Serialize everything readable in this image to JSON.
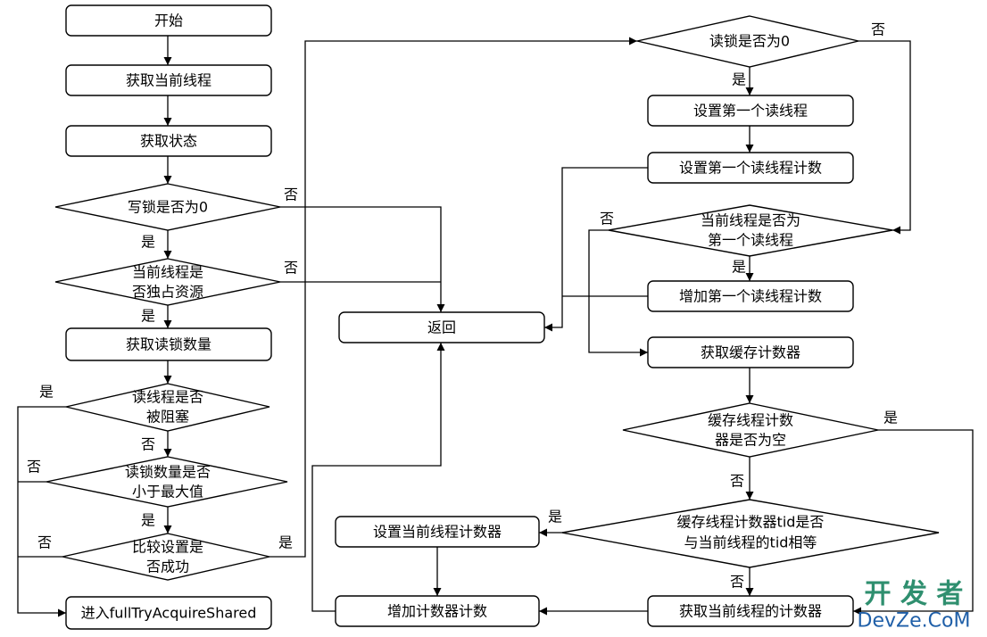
{
  "nodes": {
    "start": "开始",
    "get_current_thread": "获取当前线程",
    "get_state": "获取状态",
    "write_lock_zero": "写锁是否为0",
    "exclusive_owner": [
      "当前线程是",
      "否独占资源"
    ],
    "get_read_count": "获取读锁数量",
    "reader_blocked": [
      "读线程是否",
      "被阻塞"
    ],
    "read_count_below_max": [
      "读锁数量是否",
      "小于最大值"
    ],
    "cas_success": [
      "比较设置是",
      "否成功"
    ],
    "enter_full_try": "进入fullTryAcquireShared",
    "return": "返回",
    "read_lock_zero": "读锁是否为0",
    "set_first_reader": "设置第一个读线程",
    "set_first_reader_count": "设置第一个读线程计数",
    "is_first_reader": [
      "当前线程是否为",
      "第一个读线程"
    ],
    "inc_first_reader_count": "增加第一个读线程计数",
    "get_cached_counter": "获取缓存计数器",
    "cached_counter_null": [
      "缓存线程计数",
      "器是否为空"
    ],
    "cached_tid_match": [
      "缓存线程计数器tid是否",
      "与当前线程的tid相等"
    ],
    "set_current_counter": "设置当前线程计数器",
    "inc_counter": "增加计数器计数",
    "get_current_counter": "获取当前线程的计数器"
  },
  "edge_labels": {
    "write_lock_zero_yes": "是",
    "write_lock_zero_no": "否",
    "exclusive_owner_no": "否",
    "exclusive_owner_yes": "是",
    "reader_blocked_yes": "是",
    "reader_blocked_no": "否",
    "read_count_below_max_no": "否",
    "read_count_below_max_yes": "是",
    "cas_success_no": "否",
    "cas_success_yes": "是",
    "read_lock_zero_no": "否",
    "read_lock_zero_yes": "是",
    "is_first_reader_no": "否",
    "is_first_reader_yes": "是",
    "cached_counter_null_yes": "是",
    "cached_counter_null_no": "否",
    "cached_tid_match_yes": "是",
    "cached_tid_match_no": "否"
  },
  "watermark": {
    "line1": "开 发 者",
    "line2": "DevZe.CoM"
  },
  "colors": {
    "watermark_green": "#2f8f6f",
    "watermark_blue": "#1f5fa8"
  }
}
